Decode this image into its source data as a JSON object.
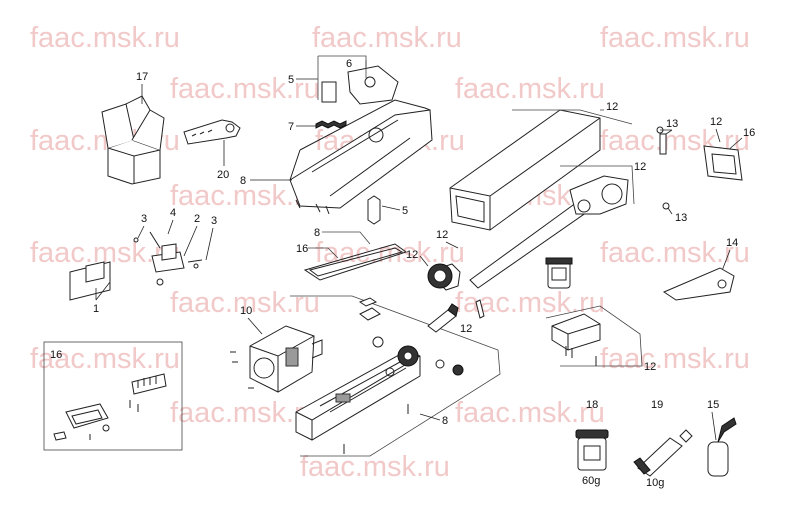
{
  "watermarks": [
    "faac.msk.ru",
    "faac.msk.ru",
    "faac.msk.ru",
    "faac.msk.ru",
    "faac.msk.ru",
    "faac.msk.ru",
    "faac.msk.ru",
    "faac.msk.ru",
    "faac.msk.ru",
    "faac.msk.ru",
    "faac.msk.ru",
    "faac.msk.ru",
    "faac.msk.ru",
    "faac.msk.ru",
    "faac.msk.ru",
    "faac.msk.ru",
    "faac.msk.ru",
    "faac.msk.ru",
    "faac.msk.ru",
    "faac.msk.ru"
  ],
  "callouts": {
    "c17": "17",
    "c20": "20",
    "c5a": "5",
    "c6": "6",
    "c7": "7",
    "c8a": "8",
    "c5b": "5",
    "c8b": "8",
    "c16a": "16",
    "c3a": "3",
    "c4": "4",
    "c2": "2",
    "c3b": "3",
    "c1": "1",
    "c12a": "12",
    "c12b": "12",
    "c13a": "13",
    "c12c": "12",
    "c16b": "16",
    "c13b": "13",
    "c12d": "12",
    "c12e": "12",
    "c12f": "12",
    "c14": "14",
    "c12g": "12",
    "c10": "10",
    "c16c": "16",
    "c18": "18",
    "c19": "19",
    "c15": "15",
    "c8c": "8"
  },
  "labels": {
    "grease_weight": "60g",
    "tube_weight": "10g"
  },
  "icons": [
    "box-icon",
    "key-icon",
    "motor-icon",
    "grease-jar-icon",
    "grease-tube-icon",
    "capacitor-icon"
  ]
}
